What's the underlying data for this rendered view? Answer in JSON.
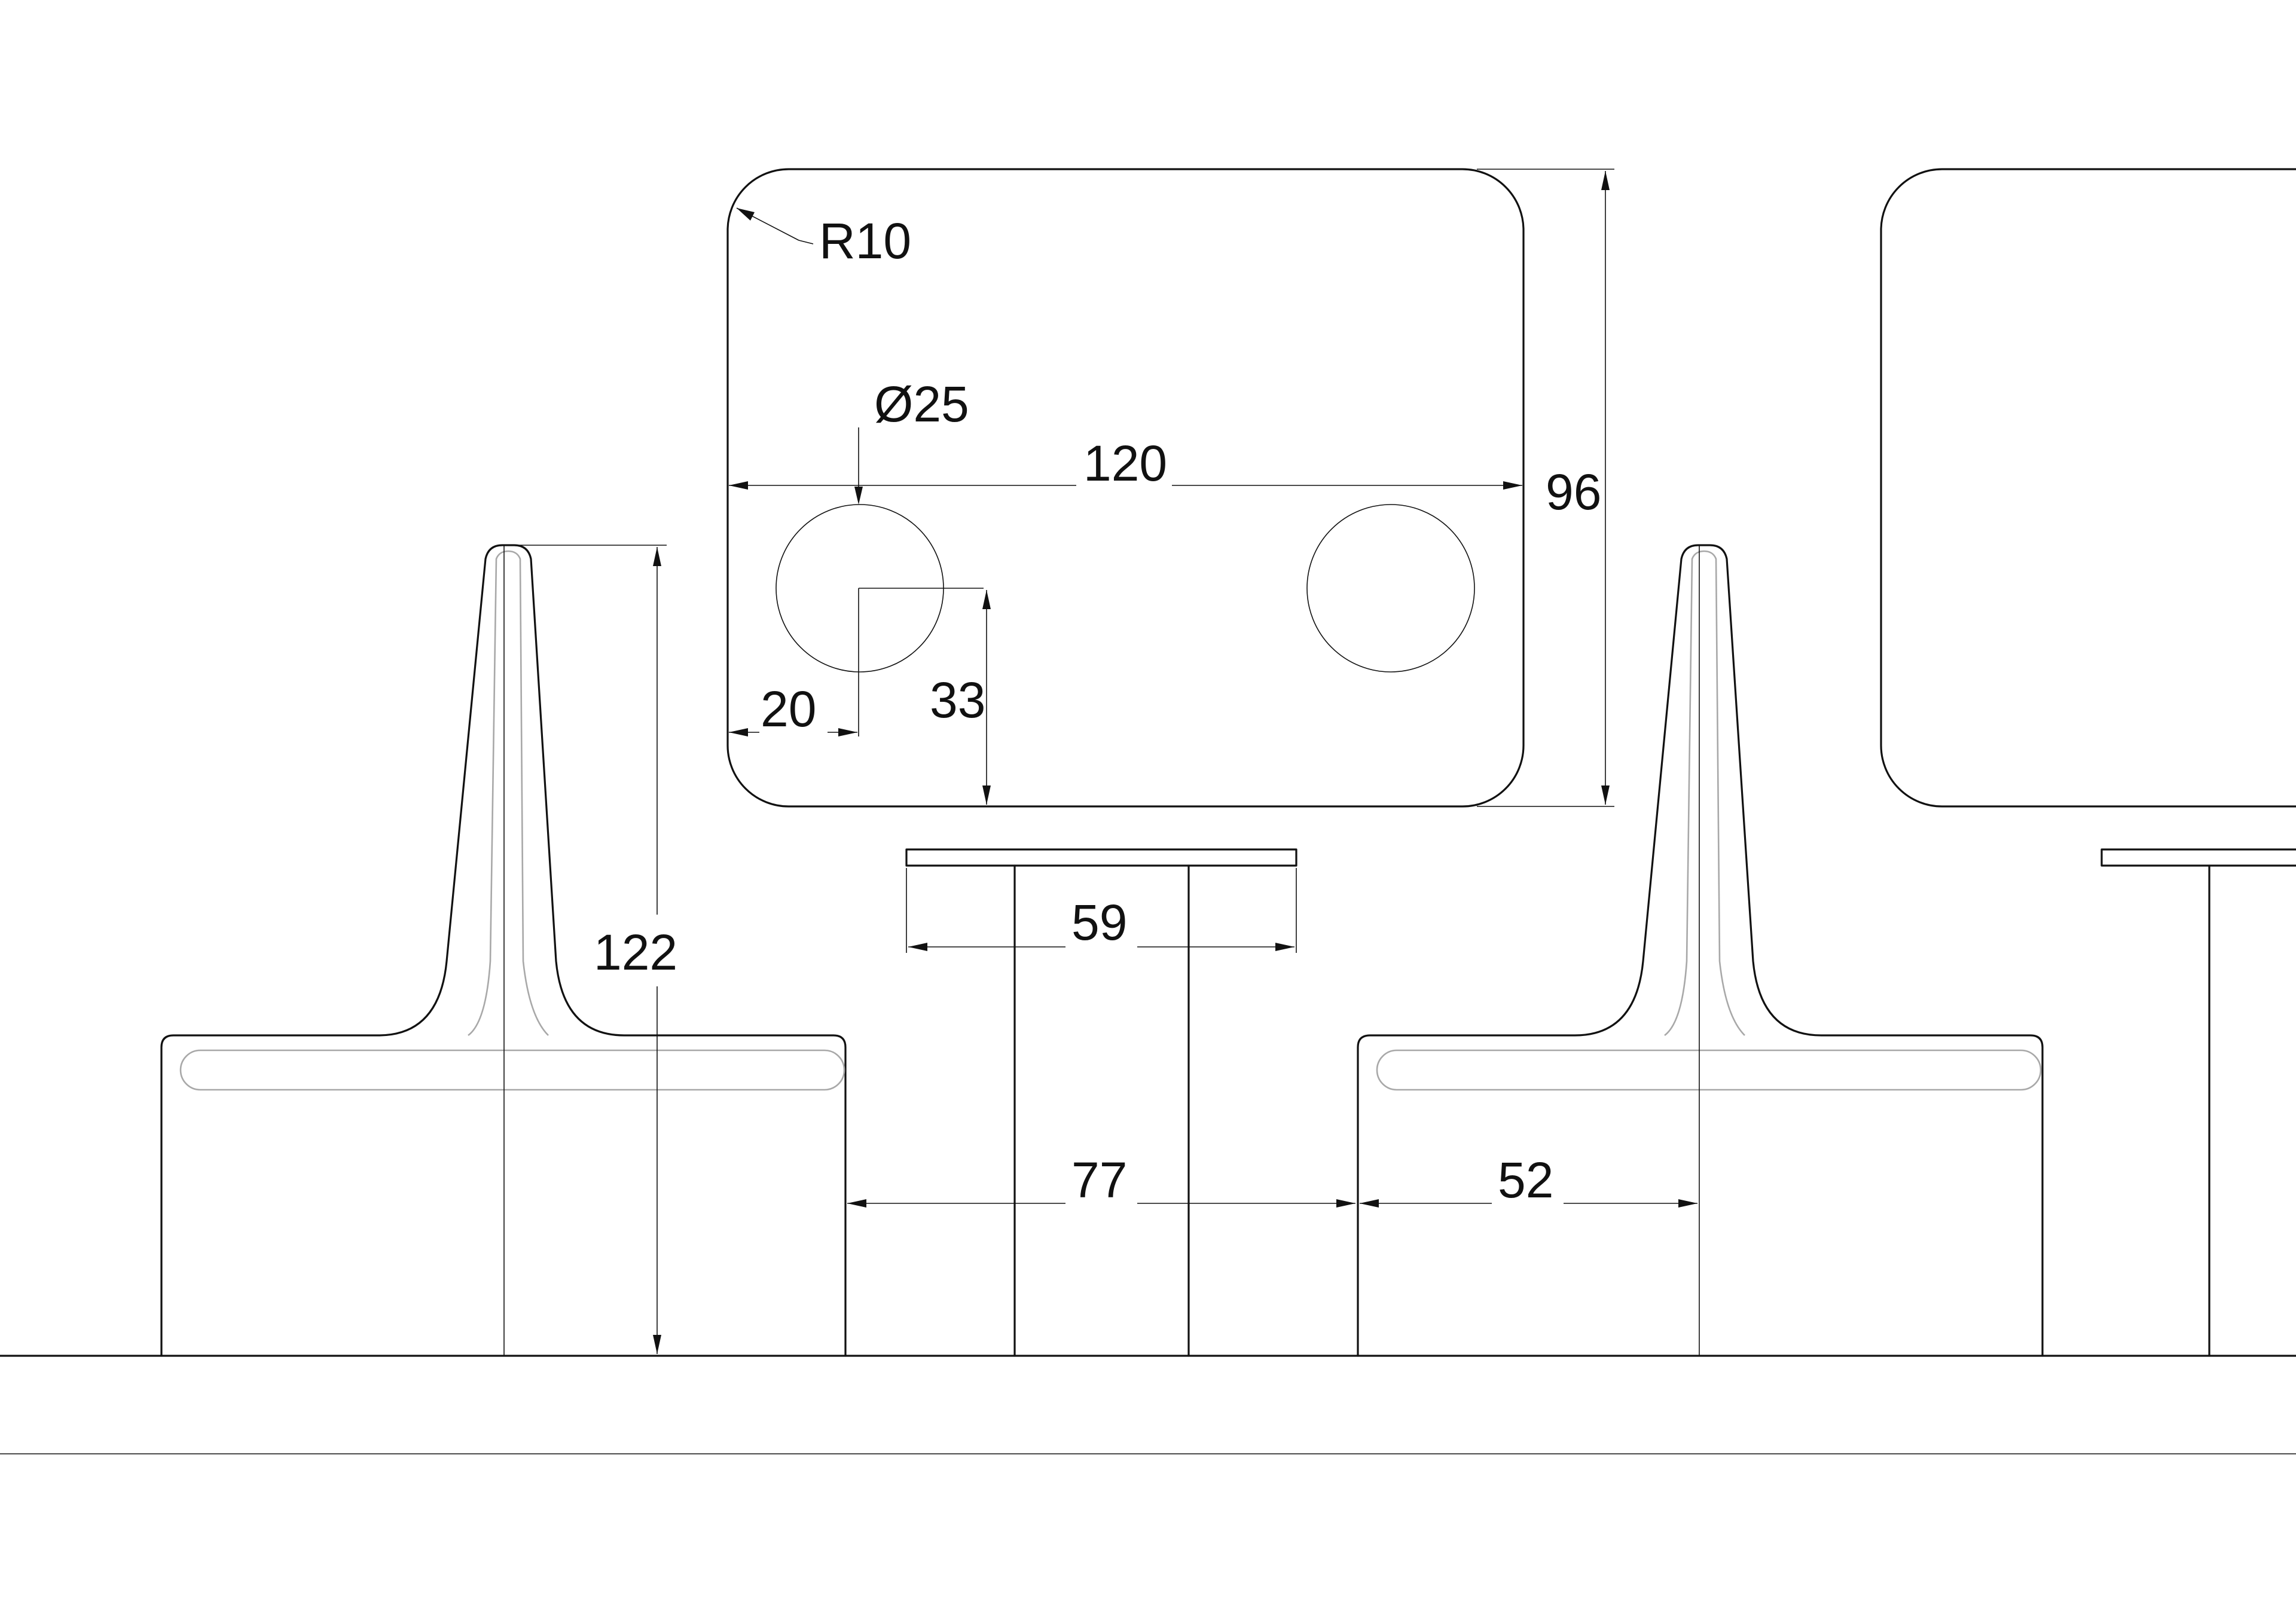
{
  "drawing": {
    "corner_radius_label": "R10",
    "hole_diameter_label": "Ø25",
    "top_width_label": "120",
    "top_height_label": "96",
    "hole_edge_offset_label": "20",
    "hole_height_offset_label": "33",
    "seatback_height_label": "122",
    "table_top_width_label": "59",
    "table_clearance_label": "77",
    "seat_depth_label": "52"
  }
}
